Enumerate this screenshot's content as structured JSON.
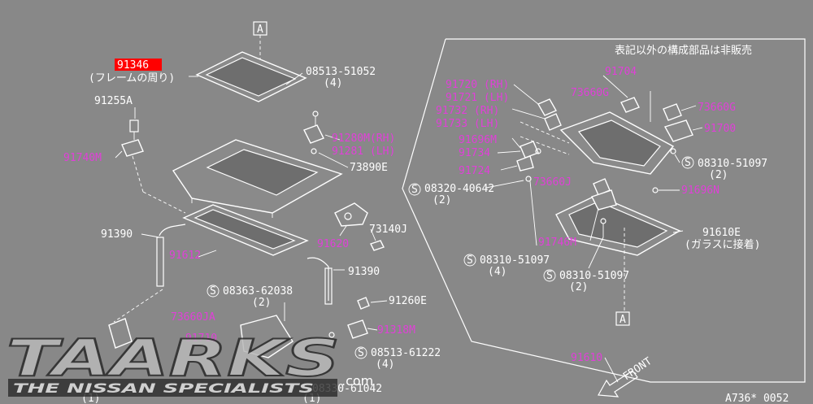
{
  "diagram": {
    "note": "表記以外の構成部品は非販売",
    "ref_code": "A736* 0052",
    "front_label": "FRONT",
    "view_marker": "A",
    "labels": {
      "p91346": "91346",
      "frame_note": "(フレームの周り)",
      "p91255A": "91255A",
      "p91740M": "91740M",
      "p08513_51052": "08513-51052",
      "p08513_51052_qty": "(4)",
      "p91280M": "91280M(RH)",
      "p91281": "91281  (LH)",
      "p73890E": "73890E",
      "p73140J": "73140J",
      "p91620": "91620",
      "p91390a": "91390",
      "p91390b": "91390",
      "p91612": "91612",
      "p08363_62038": "08363-62038",
      "p08363_62038_qty": "(2)",
      "p91260E": "91260E",
      "p73660JA": "73660JA",
      "p91710": "91710",
      "p91318M": "91318M",
      "p08513_61222": "08513-61222",
      "p08513_61222_qty": "(4)",
      "p08330_61042": "08330-61042",
      "qty_1a": "(1)",
      "qty_1b": "(1)",
      "p91720": "91720 (RH)",
      "p91721": "91721 (LH)",
      "p91732": "91732 (RH)",
      "p91733": "91733 (LH)",
      "p91696M": "91696M",
      "p91734": "91734",
      "p91724": "91724",
      "p08320_40642": "08320-40642",
      "p08320_40642_qty": "(2)",
      "p91704": "91704",
      "p73660G_a": "73660G",
      "p73660G_b": "73660G",
      "p91700": "91700",
      "p08310_51097_a": "08310-51097",
      "p08310_51097_a_qty": "(2)",
      "p73660J": "73660J",
      "p91696N": "91696N",
      "p91610E": "91610E",
      "glass_note": "(ガラスに接着)",
      "p91746M": "91746M",
      "p08310_51097_b": "08310-51097",
      "p08310_51097_b_qty": "(4)",
      "p08310_51097_c": "08310-51097",
      "p08310_51097_c_qty": "(2)",
      "p91610": "91610"
    }
  },
  "watermark": {
    "brand": "TAARKS",
    "tagline": "THE NISSAN SPECIALISTS",
    "domain": ".com"
  },
  "colors": {
    "background": "#888888",
    "line": "#ffffff",
    "part_number_highlight": "#e040d8",
    "selected_part": "#ff0000"
  }
}
